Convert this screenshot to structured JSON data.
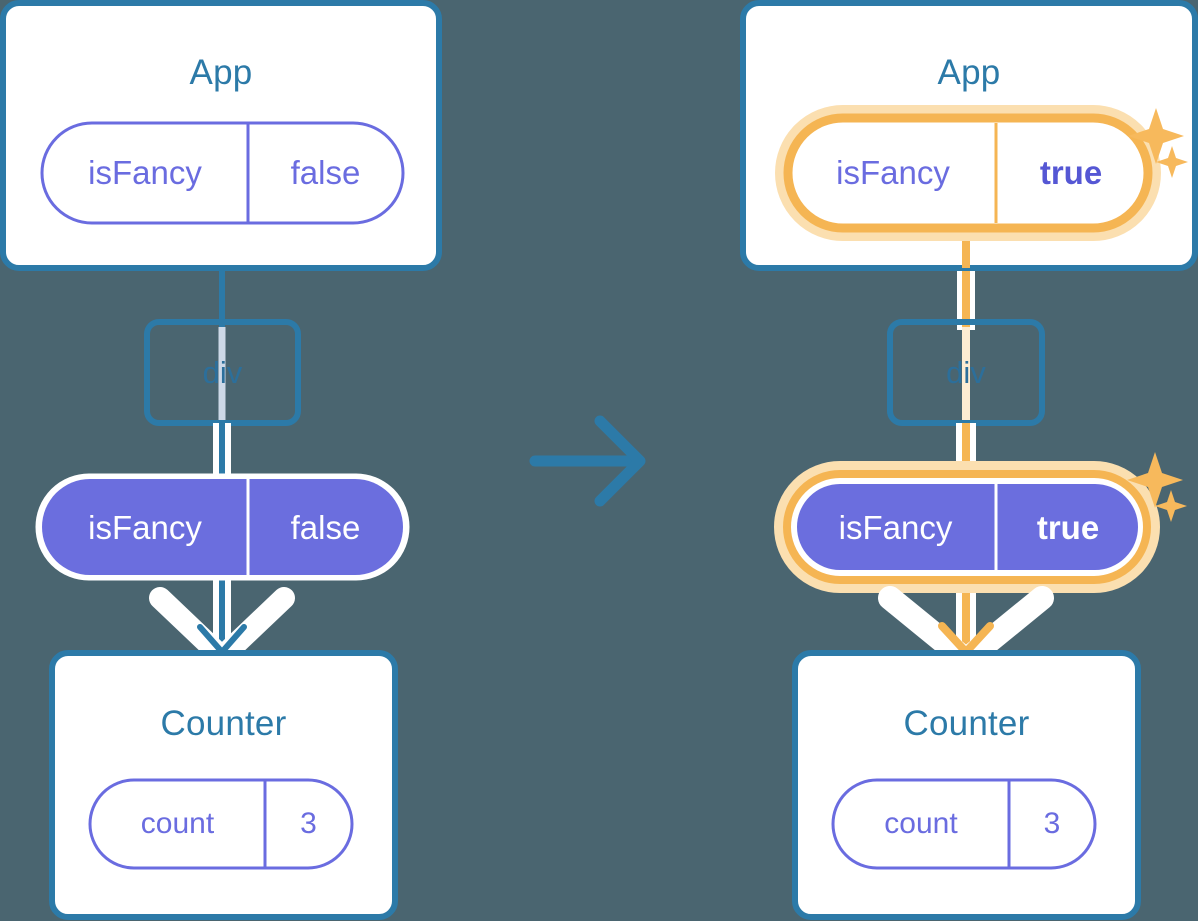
{
  "diagram": {
    "title_left": "",
    "title_right": "",
    "transition_arrow_icon": "arrow-right-icon",
    "colors": {
      "background": "#4a6570",
      "box_border": "#2c7aa8",
      "box_fill": "#ffffff",
      "title_text": "#2c7aa8",
      "pill_outline_stroke": "#6a6ce0",
      "pill_outline_text": "#6a6ce0",
      "pill_solid_fill": "#6b6ede",
      "pill_solid_text": "#ffffff",
      "highlight_ring": "#f5b553",
      "highlight_glow": "#fbdfb0",
      "flow_line_blue": "#2c7aa8",
      "flow_line_orange": "#f5b553",
      "flow_halo": "#ffffff",
      "sparkle": "#f7b95c"
    }
  },
  "left": {
    "app": {
      "title": "App",
      "state_pill": {
        "key": "isFancy",
        "value": "false",
        "highlighted": false,
        "style": "outline"
      }
    },
    "div": {
      "label": "div"
    },
    "prop_pill": {
      "key": "isFancy",
      "value": "false",
      "highlighted": false,
      "style": "solid"
    },
    "counter": {
      "title": "Counter",
      "state_pill": {
        "key": "count",
        "value": "3",
        "highlighted": false,
        "style": "outline"
      }
    },
    "sparkles": []
  },
  "right": {
    "app": {
      "title": "App",
      "state_pill": {
        "key": "isFancy",
        "value": "true",
        "highlighted": true,
        "style": "outline"
      }
    },
    "div": {
      "label": "div"
    },
    "prop_pill": {
      "key": "isFancy",
      "value": "true",
      "highlighted": true,
      "style": "solid"
    },
    "counter": {
      "title": "Counter",
      "state_pill": {
        "key": "count",
        "value": "3",
        "highlighted": false,
        "style": "outline"
      }
    },
    "sparkles": [
      "sparkle-large",
      "sparkle-small",
      "sparkle-large",
      "sparkle-small"
    ]
  }
}
